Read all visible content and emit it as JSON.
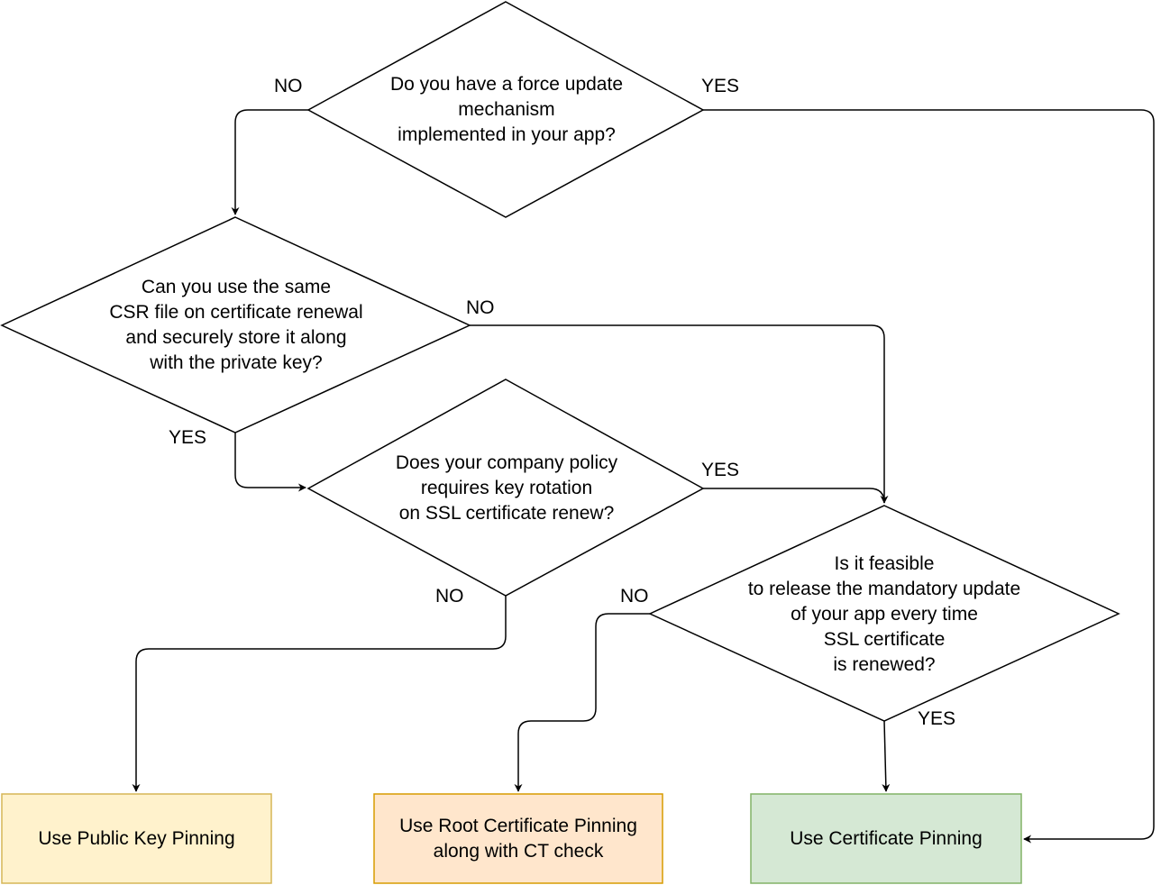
{
  "decisions": {
    "force_update": "Do you have a force update\nmechanism\nimplemented in your app?",
    "csr_reuse": "Can you use the same\nCSR file on certificate renewal\nand securely store it along\nwith the private key?",
    "key_rotation": "Does your company policy\nrequires key rotation\non SSL certificate renew?",
    "mandatory_update": "Is it feasible\nto release the mandatory update\nof your app every time\nSSL certificate\nis renewed?"
  },
  "outcomes": {
    "public_key": "Use Public Key Pinning",
    "root_cert": "Use Root Certificate Pinning\nalong with CT check",
    "cert": "Use Certificate Pinning"
  },
  "edge_labels": {
    "force_update_no": "NO",
    "force_update_yes": "YES",
    "csr_no": "NO",
    "csr_yes": "YES",
    "rotation_yes": "YES",
    "rotation_no": "NO",
    "mandatory_no": "NO",
    "mandatory_yes": "YES"
  },
  "colors": {
    "public_key_fill": "#fff2cc",
    "public_key_stroke": "#d6b656",
    "root_cert_fill": "#ffe6cc",
    "root_cert_stroke": "#d79b00",
    "cert_fill": "#d5e8d4",
    "cert_stroke": "#82b366"
  }
}
